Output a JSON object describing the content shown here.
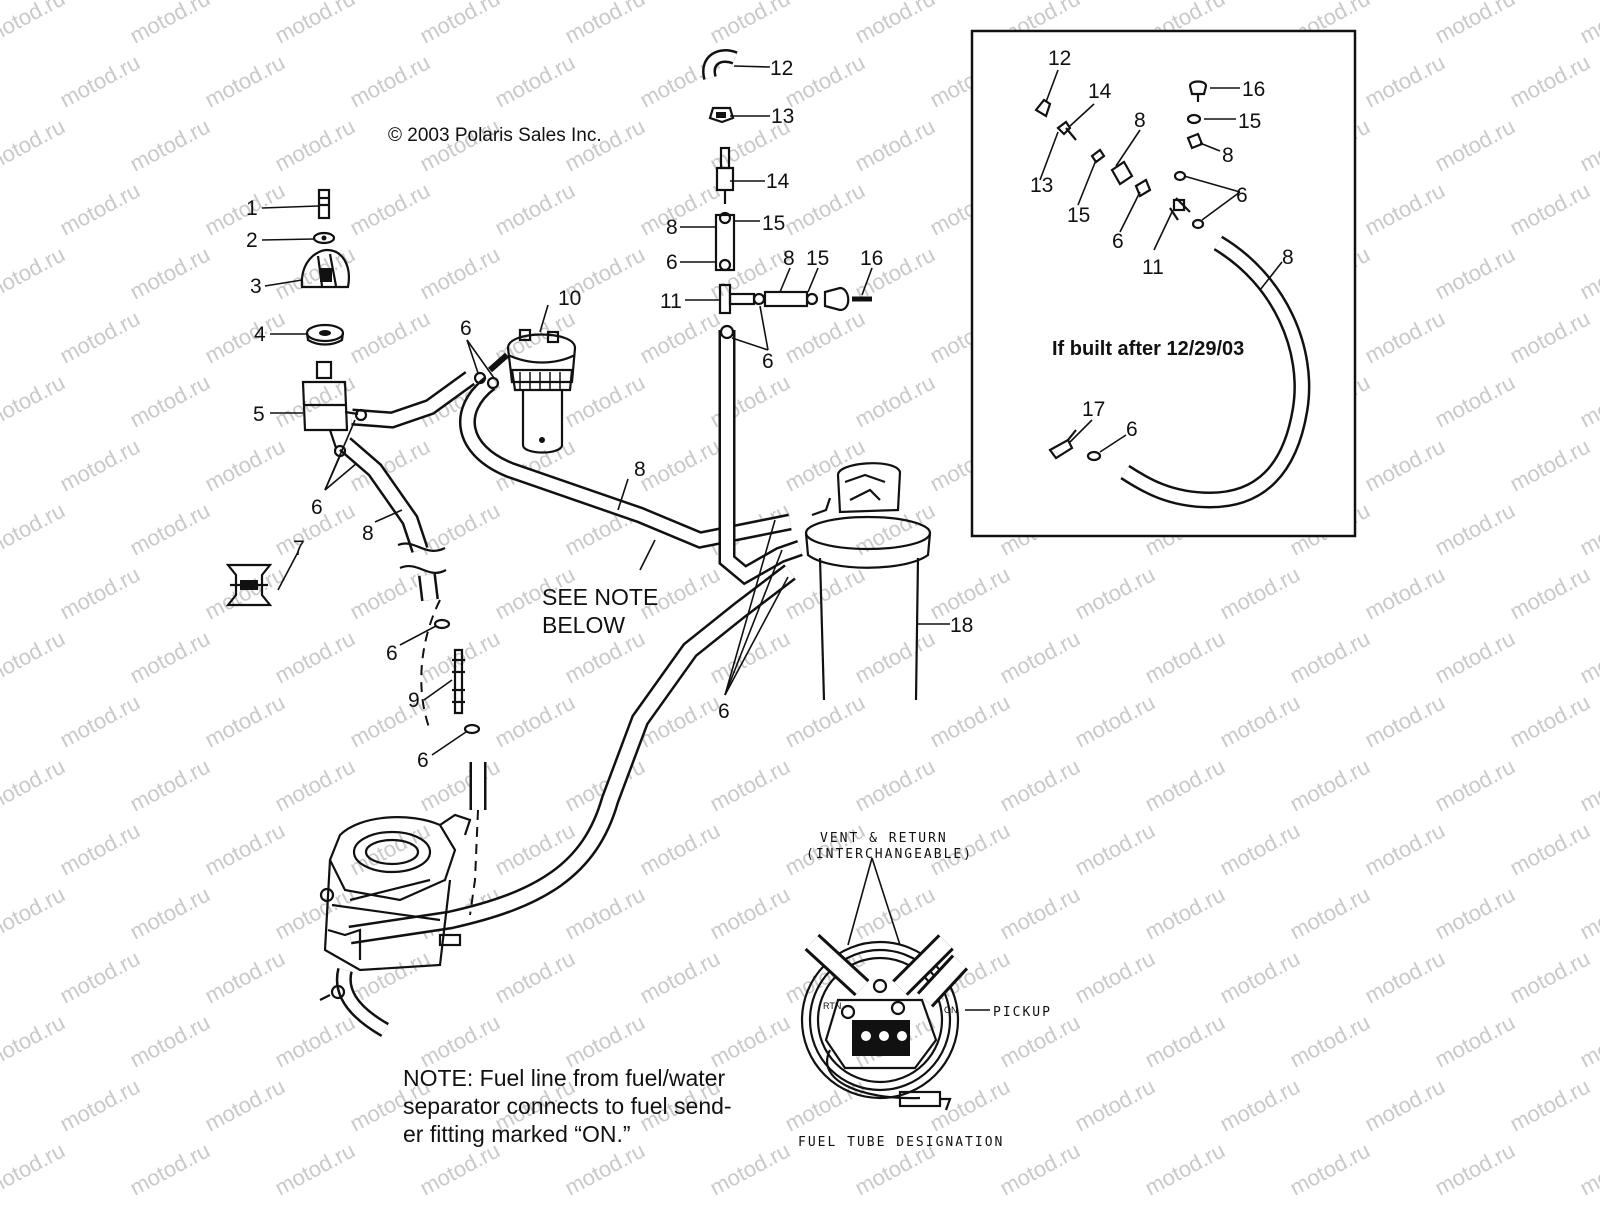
{
  "copyright": "© 2003 Polaris Sales Inc.",
  "watermark": "motod.ru",
  "see_note": [
    "SEE NOTE",
    "BELOW"
  ],
  "note": [
    "NOTE:  Fuel line from fuel/water",
    "separator connects to fuel send-",
    "er fitting marked “ON.”"
  ],
  "inset": {
    "title": "If built after 12/29/03",
    "callouts": [
      "12",
      "14",
      "8",
      "16",
      "15",
      "8",
      "13",
      "15",
      "6",
      "6",
      "11",
      "8",
      "17",
      "6"
    ]
  },
  "callouts": [
    "1",
    "2",
    "3",
    "4",
    "5",
    "6",
    "7",
    "8",
    "6",
    "9",
    "6",
    "10",
    "6",
    "12",
    "13",
    "14",
    "8",
    "15",
    "6",
    "8",
    "15",
    "16",
    "11",
    "6",
    "8",
    "18",
    "6"
  ],
  "detail": {
    "vent_label": [
      "VENT & RETURN",
      "(INTERCHANGEABLE)"
    ],
    "pickup_label": "PICKUP",
    "caption": "FUEL TUBE DESIGNATION",
    "port_left": "RTN",
    "port_right": "ON"
  }
}
